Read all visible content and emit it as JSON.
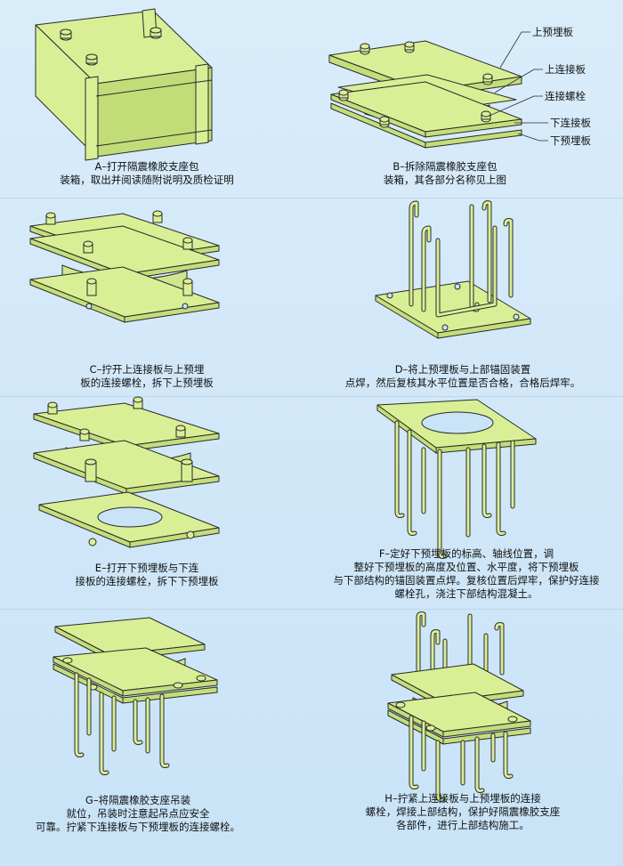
{
  "labels": {
    "upper_embed_plate": "上预埋板",
    "upper_connect_plate": "上连接板",
    "connect_bolt": "连接螺栓",
    "lower_connect_plate": "下连接板",
    "lower_embed_plate": "下预埋板"
  },
  "steps": [
    {
      "id": "A",
      "caption": "A–打开隔震橡胶支座包\n装箱，取出并阅读随附说明及质检证明"
    },
    {
      "id": "B",
      "caption": "B–拆除隔震橡胶支座包\n装箱，其各部分名称见上图"
    },
    {
      "id": "C",
      "caption": "C–拧开上连接板与上预埋\n板的连接螺栓，拆下上预埋板"
    },
    {
      "id": "D",
      "caption": "D–将上预埋板与上部锚固装置\n点焊，然后复核其水平位置是否合格，合格后焊牢。"
    },
    {
      "id": "E",
      "caption": "E–打开下预埋板与下连\n接板的连接螺栓，拆下下预埋板"
    },
    {
      "id": "F",
      "caption": "F–定好下预埋板的标高、轴线位置，调\n整好下预埋板的高度及位置、水平度，将下预埋板\n与下部结构的锚固装置点焊。复核位置后焊牢，保护好连接\n螺栓孔，浇注下部结构混凝土。"
    },
    {
      "id": "G",
      "caption": "G–将隔震橡胶支座吊装\n就位，吊装时注意起吊点应安全\n可靠。拧紧下连接板与下预埋板的连接螺栓。"
    },
    {
      "id": "H",
      "caption": "H–拧紧上连接板与上预埋板的连接\n螺栓，焊接上部结构，保护好隔震橡胶支座\n各部件，进行上部结构施工。"
    }
  ]
}
